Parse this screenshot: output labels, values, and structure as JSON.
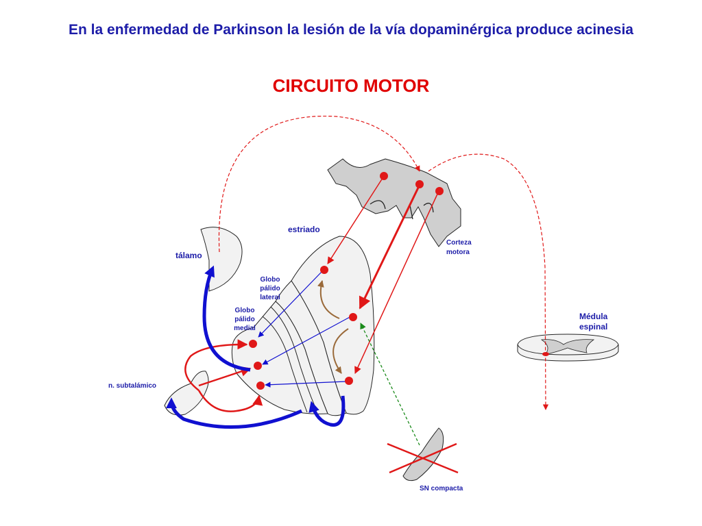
{
  "headline": "En la enfermedad de Parkinson la lesión de la vía dopaminérgica produce acinesia",
  "title": "CIRCUITO MOTOR",
  "labels": {
    "estriado": "estriado",
    "talamo": "tálamo",
    "corteza_l1": "Corteza",
    "corteza_l2": "motora",
    "gpl_l1": "Globo",
    "gpl_l2": "pálido",
    "gpl_l3": "lateral",
    "gpm_l1": "Globo",
    "gpm_l2": "pálido",
    "gpm_l3": "medial",
    "subtalamico": "n. subtalámico",
    "medula_l1": "Médula",
    "medula_l2": "espinal",
    "sn": "SN compacta"
  },
  "colors": {
    "text_blue": "#1c1ca8",
    "title_red": "#e00000",
    "excitatory": "#e01818",
    "inhibitory": "#1010d0",
    "dopamine": "#1a8a1a",
    "internal": "#9a6a3a",
    "tissue": "#cfcfcf",
    "structure": "#f2f2f2"
  }
}
